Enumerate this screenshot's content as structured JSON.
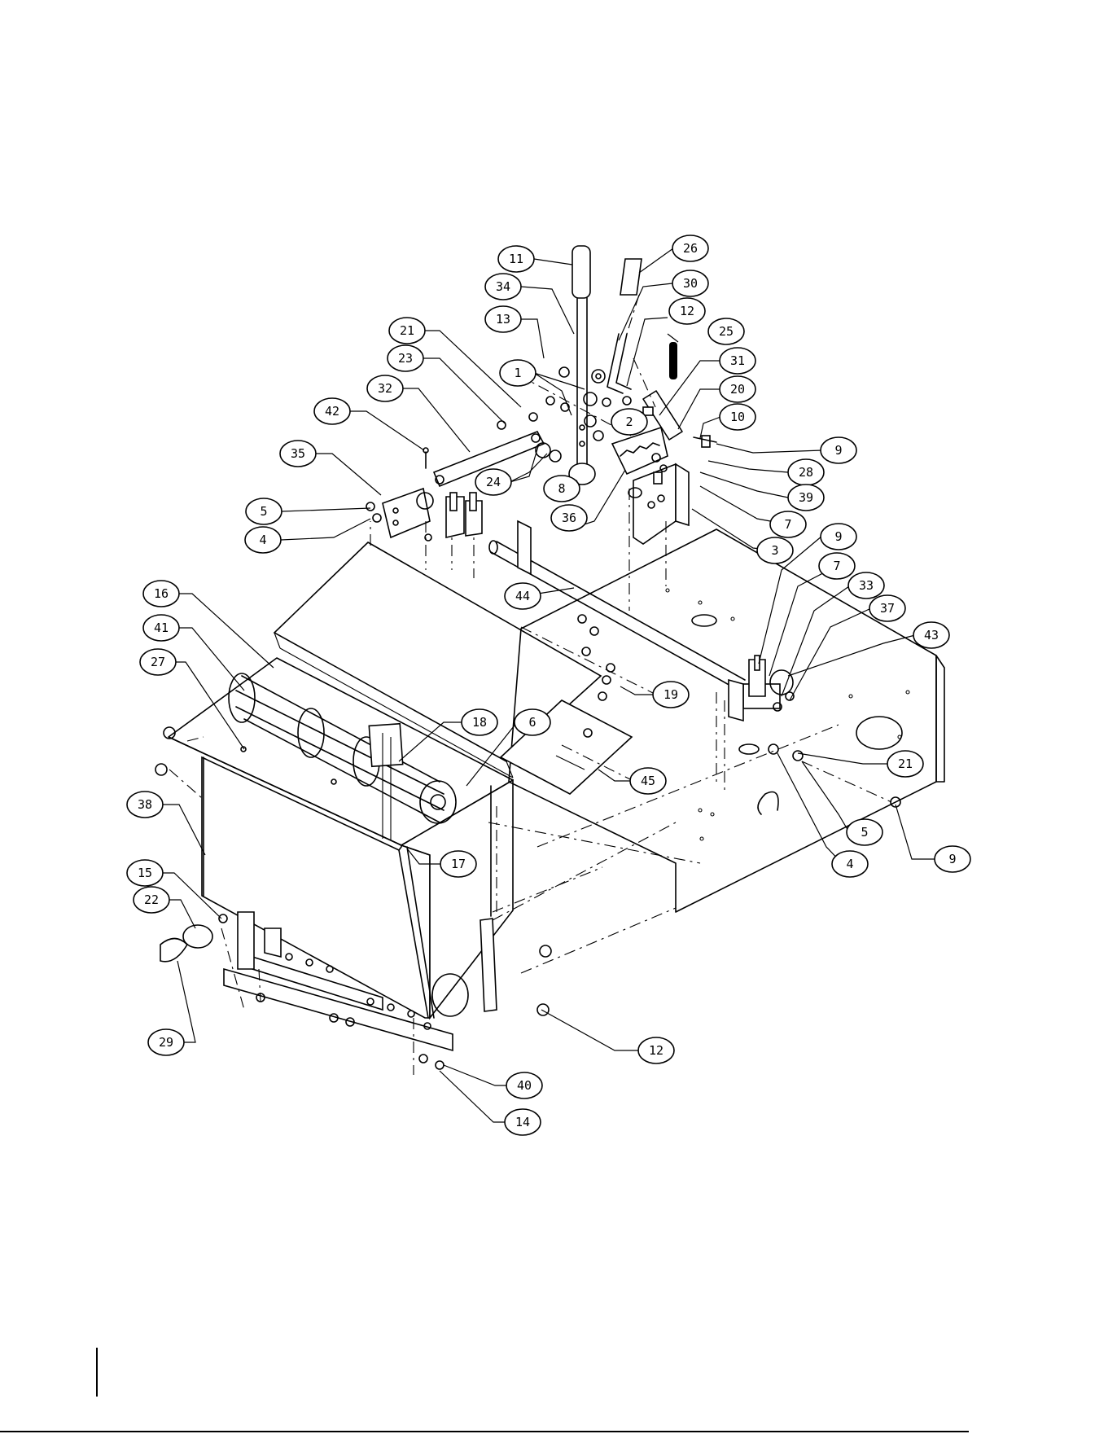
{
  "diagram": {
    "callouts": [
      {
        "id": "11"
      },
      {
        "id": "26"
      },
      {
        "id": "34"
      },
      {
        "id": "30"
      },
      {
        "id": "13"
      },
      {
        "id": "12"
      },
      {
        "id": "25"
      },
      {
        "id": "21"
      },
      {
        "id": "23"
      },
      {
        "id": "1"
      },
      {
        "id": "31"
      },
      {
        "id": "20"
      },
      {
        "id": "32"
      },
      {
        "id": "2"
      },
      {
        "id": "10"
      },
      {
        "id": "42"
      },
      {
        "id": "9"
      },
      {
        "id": "35"
      },
      {
        "id": "24"
      },
      {
        "id": "28"
      },
      {
        "id": "8"
      },
      {
        "id": "39"
      },
      {
        "id": "5"
      },
      {
        "id": "36"
      },
      {
        "id": "7"
      },
      {
        "id": "4"
      },
      {
        "id": "3"
      },
      {
        "id": "9"
      },
      {
        "id": "7"
      },
      {
        "id": "33"
      },
      {
        "id": "16"
      },
      {
        "id": "44"
      },
      {
        "id": "37"
      },
      {
        "id": "41"
      },
      {
        "id": "43"
      },
      {
        "id": "27"
      },
      {
        "id": "19"
      },
      {
        "id": "18"
      },
      {
        "id": "6"
      },
      {
        "id": "21"
      },
      {
        "id": "45"
      },
      {
        "id": "38"
      },
      {
        "id": "5"
      },
      {
        "id": "9"
      },
      {
        "id": "17"
      },
      {
        "id": "4"
      },
      {
        "id": "15"
      },
      {
        "id": "22"
      },
      {
        "id": "12"
      },
      {
        "id": "29"
      },
      {
        "id": "40"
      },
      {
        "id": "14"
      }
    ]
  }
}
